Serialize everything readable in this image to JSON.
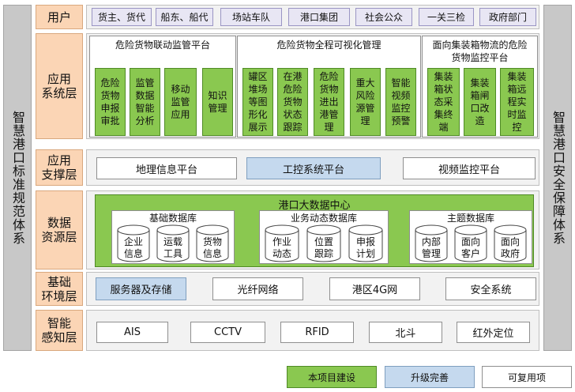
{
  "left_pillar": "智慧港口标准规范体系",
  "right_pillar": "智慧港口安全保障体系",
  "layers": {
    "user": "用户",
    "app": "应用\n系统层",
    "support": "应用\n支撑层",
    "data": "数据\n资源层",
    "infra": "基础\n环境层",
    "sense": "智能\n感知层"
  },
  "users": [
    "货主、货代",
    "船东、船代",
    "场站车队",
    "港口集团",
    "社会公众",
    "一关三检",
    "政府部门"
  ],
  "app_groups": [
    {
      "title": "危险货物联动监管平台",
      "items": [
        "危险\n货物\n申报\n审批",
        "监管\n数据\n智能\n分析",
        "移动\n监管\n应用",
        "知识\n管理"
      ]
    },
    {
      "title": "危险货物全程可视化管理",
      "items": [
        "罐区\n堆场\n等图\n形化\n展示",
        "在港\n危险\n货物\n状态\n跟踪",
        "危险\n货物\n进出\n港管\n理",
        "重大\n风险\n源管\n理",
        "智能\n视频\n监控\n预警"
      ]
    },
    {
      "title": "面向集装箱物流的危险\n货物监控平台",
      "items": [
        "集装\n箱状\n态采\n集终\n端",
        "集装\n箱闸\n口改\n造",
        "集装\n箱远\n程实\n时监\n控"
      ]
    }
  ],
  "support": [
    "地理信息平台",
    "工控系统平台",
    "视频监控平台"
  ],
  "data_center": {
    "title": "港口大数据中心",
    "groups": [
      {
        "title": "基础数据库",
        "items": [
          "企业\n信息",
          "运载\n工具",
          "货物\n信息"
        ]
      },
      {
        "title": "业务动态数据库",
        "items": [
          "作业\n动态",
          "位置\n跟踪",
          "申报\n计划"
        ]
      },
      {
        "title": "主题数据库",
        "items": [
          "内部\n管理",
          "面向\n客户",
          "面向\n政府"
        ]
      }
    ]
  },
  "infra": [
    "服务器及存储",
    "光纤网络",
    "港区4G网",
    "安全系统"
  ],
  "sense": [
    "AIS",
    "CCTV",
    "RFID",
    "北斗",
    "红外定位"
  ],
  "legend": [
    "本项目建设",
    "升级完善",
    "可复用项"
  ],
  "colors": {
    "green": "#8ac850",
    "blue": "#c5d9ee",
    "orange": "#fbd5b5",
    "gray": "#c8c8c8",
    "lavender": "#e8e6f4"
  }
}
